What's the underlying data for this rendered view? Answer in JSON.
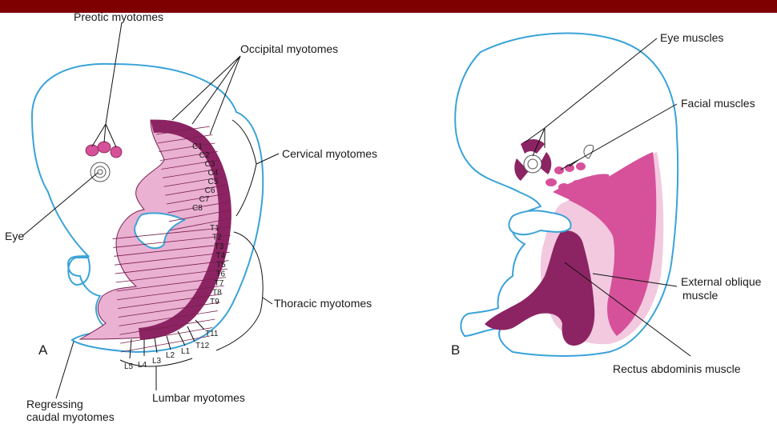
{
  "colors": {
    "banner": "#7f0000",
    "outline": "#3aa3d8",
    "dark_muscle": "#8c2463",
    "mid_muscle": "#d6519a",
    "light_muscle": "#eab1d2",
    "pale_muscle": "#f2c9df"
  },
  "panel_a": {
    "letter": "A",
    "labels": {
      "preotic": "Preotic myotomes",
      "occipital": "Occipital myotomes",
      "cervical": "Cervical myotomes",
      "eye": "Eye",
      "thoracic": "Thoracic myotomes",
      "lumbar": "Lumbar myotomes",
      "regressing_line1": "Regressing",
      "regressing_line2": "caudal myotomes"
    },
    "cervical_segments": [
      "C1",
      "C2",
      "C3",
      "C4",
      "C5",
      "C6",
      "C7",
      "C8"
    ],
    "thoracic_segments": [
      "T1",
      "T2",
      "T3",
      "T4",
      "T5",
      "T6",
      "T7",
      "T8",
      "T9"
    ],
    "thoracic_outside_segments": [
      "T11",
      "T12"
    ],
    "lumbar_segments": [
      "L1",
      "L2",
      "L3",
      "L4",
      "L5"
    ]
  },
  "panel_b": {
    "letter": "B",
    "labels": {
      "eye_muscles": "Eye muscles",
      "facial_muscles": "Facial muscles",
      "external_oblique_line1": "External oblique",
      "external_oblique_line2": "muscle",
      "rectus": "Rectus abdominis muscle"
    }
  }
}
